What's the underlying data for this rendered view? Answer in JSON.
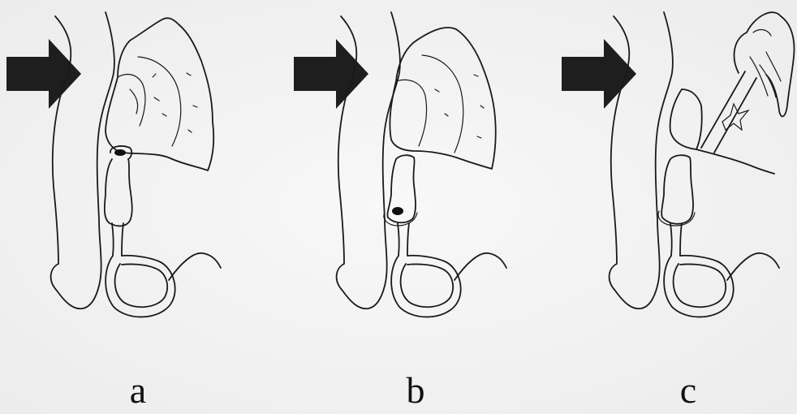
{
  "panels": [
    {
      "id": "a",
      "label": "a"
    },
    {
      "id": "b",
      "label": "b"
    },
    {
      "id": "c",
      "label": "c"
    }
  ]
}
